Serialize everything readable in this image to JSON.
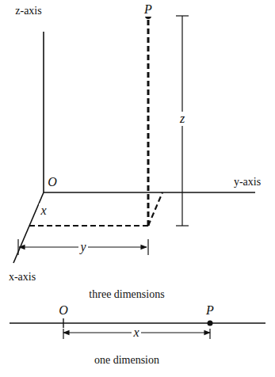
{
  "diagram": {
    "labels": [
      "z-axis",
      "P",
      "z",
      "O",
      "y-axis",
      "x",
      "y",
      "x-axis",
      "three dimensions",
      "O",
      "P",
      "x",
      "one dimension"
    ]
  }
}
